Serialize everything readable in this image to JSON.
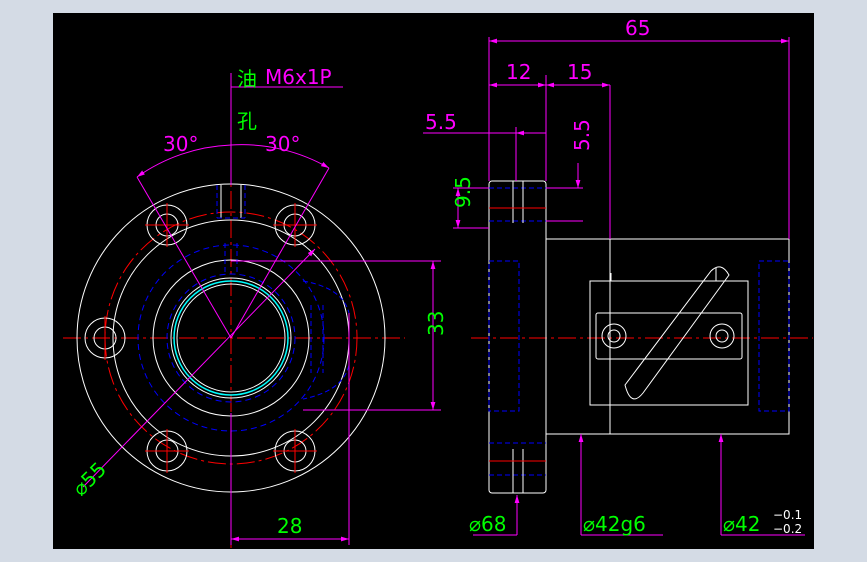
{
  "colors": {
    "background": "#000000",
    "outline": "#ffffff",
    "hidden": "#0000ff",
    "center": "#ff0000",
    "dimension": "#ff00ff",
    "dimension_text": "#00ff00",
    "sleeve": "#00ffff",
    "frame": "#d4dbe5"
  },
  "front_view": {
    "oil_hole_label_1": "油",
    "oil_hole_label_2": "孔",
    "thread_label": "M6x1P",
    "angle_left": "30°",
    "angle_right": "30°",
    "dim_height": "33",
    "dim_width": "28",
    "dim_pcd": "⌀55"
  },
  "side_view": {
    "dim_total_length": "65",
    "dim_flange": "12",
    "dim_body_step": "15",
    "dim_oil_offset": "5.5",
    "dim_oil_depth": "5.5",
    "dim_oil_height": "9.5",
    "dim_flange_dia": "⌀68",
    "dim_body_dia": "⌀42g6",
    "dim_end_dia_base": "⌀42",
    "dim_end_dia_upper": "−0.1",
    "dim_end_dia_lower": "−0.2"
  }
}
